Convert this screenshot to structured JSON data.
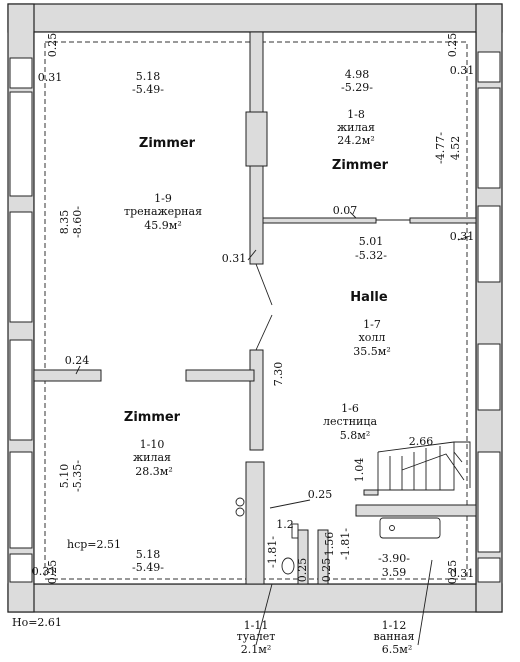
{
  "rooms": [
    {
      "id": "1-9",
      "title": "Zimmer",
      "name": "тренажерная",
      "area": "45.9м²"
    },
    {
      "id": "1-8",
      "title": "Zimmer",
      "name": "жилая",
      "area": "24.2м²"
    },
    {
      "id": "1-7",
      "title": "Halle",
      "name": "холл",
      "area": "35.5м²"
    },
    {
      "id": "1-6",
      "title": "",
      "name": "лестница",
      "area": "5.8м²"
    },
    {
      "id": "1-10",
      "title": "Zimmer",
      "name": "жилая",
      "area": "28.3м²"
    },
    {
      "id": "1-11",
      "title": "",
      "name": "туалет",
      "area": "2.1м²"
    },
    {
      "id": "1-12",
      "title": "",
      "name": "ванная",
      "area": "6.5м²"
    }
  ],
  "dimensions": {
    "top_left_width": "5.18",
    "top_left_width2": "-5.49-",
    "top_right_width": "4.98",
    "top_right_width2": "-5.29-",
    "bottom_left_width": "5.18",
    "bottom_left_width2": "-5.49-",
    "hall_width": "5.01",
    "hall_width2": "-5.32-",
    "left_depth": "8.35",
    "left_depth2": "-8.60-",
    "right_depth": "-4.77-",
    "right_depth2": "4.52",
    "bottom_left_depth": "5.10",
    "bottom_left_depth2": "-5.35-",
    "bath_width": "-3.90-",
    "bath_width2": "3.59",
    "toilet_depth": "-1.81-",
    "toilet_width": "1.2",
    "bath_depth": "1.56",
    "bath_depth2": "-1.81-",
    "corridor_len": "7.30",
    "stair_width": "2.66",
    "stair_depth": "1.04",
    "wall_0_25_a": "0.25",
    "wall_0_25_b": "0.25",
    "wall_0_25_c": "0.25",
    "wall_0_25_d": "0.25",
    "wall_0_25_e": "0.25",
    "wall_0_25_f": "0.25",
    "wall_0_25_g": "0.25",
    "wall_0_31_a": "0.31",
    "wall_0_31_b": "0.31",
    "wall_0_31_c": "0.31",
    "wall_0_31_d": "0.31",
    "wall_0_31_e": "0.31",
    "wall_0_31_f": "0.31",
    "partition_0_07": "0.07",
    "partition_0_24": "0.24"
  },
  "heights": {
    "clear": "hср=2.51",
    "floor": "Hо=2.61"
  }
}
